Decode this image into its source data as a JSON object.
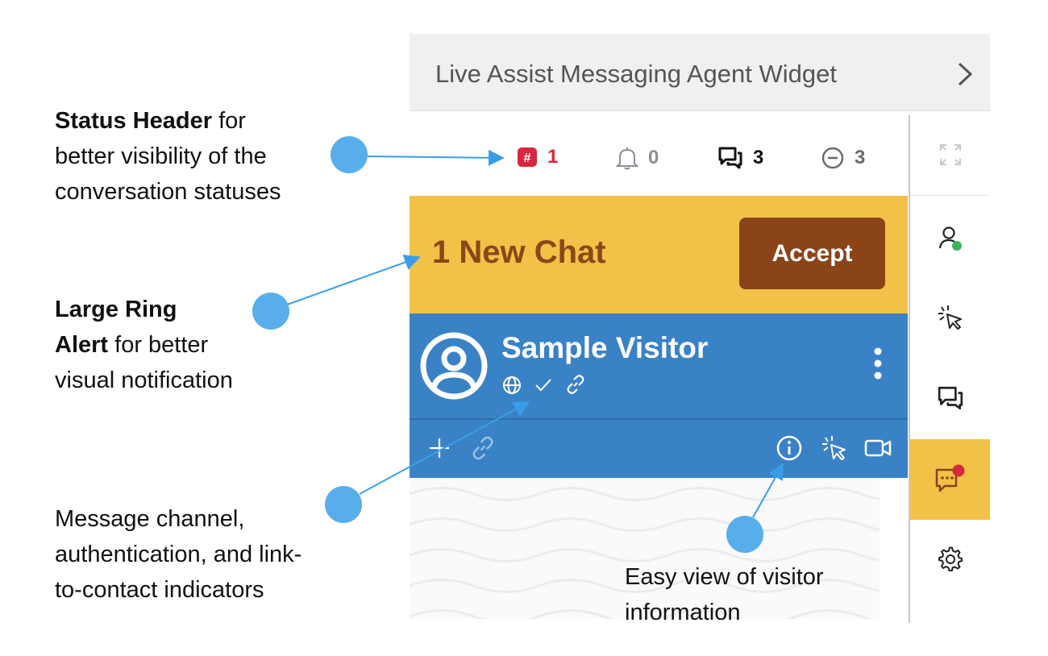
{
  "widget": {
    "title": "Live Assist Messaging Agent Widget"
  },
  "status_header": {
    "items": [
      {
        "name": "new-conversations",
        "value": "1",
        "color": "#d8283e"
      },
      {
        "name": "notifications",
        "value": "0",
        "color": "#8a8f96"
      },
      {
        "name": "active-chats",
        "value": "3",
        "color": "#111111"
      },
      {
        "name": "ended-chats",
        "value": "3",
        "color": "#666b72"
      }
    ]
  },
  "ring_alert": {
    "text": "1 New Chat",
    "accept_label": "Accept"
  },
  "visitor": {
    "name": "Sample Visitor"
  },
  "annotations": {
    "status_header_bold": "Status Header",
    "status_header_rest_1": " for",
    "status_header_rest_2": "better visibility of the",
    "status_header_rest_3": "conversation statuses",
    "ring_bold_1": "Large Ring",
    "ring_bold_2": "Alert",
    "ring_rest_1": " for better",
    "ring_rest_2": "visual notification",
    "channel_1": "Message channel,",
    "channel_2": "authentication, and link-",
    "channel_3": "to-contact indicators",
    "visitor_info_1": "Easy view of visitor",
    "visitor_info_2": "information"
  },
  "colors": {
    "accent_yellow": "#f2c147",
    "accept_brown": "#8a4418",
    "visitor_blue": "#3a82c6",
    "annotation_dot": "#58aeea",
    "online_green": "#3cb45a",
    "alert_red": "#d8283e"
  }
}
